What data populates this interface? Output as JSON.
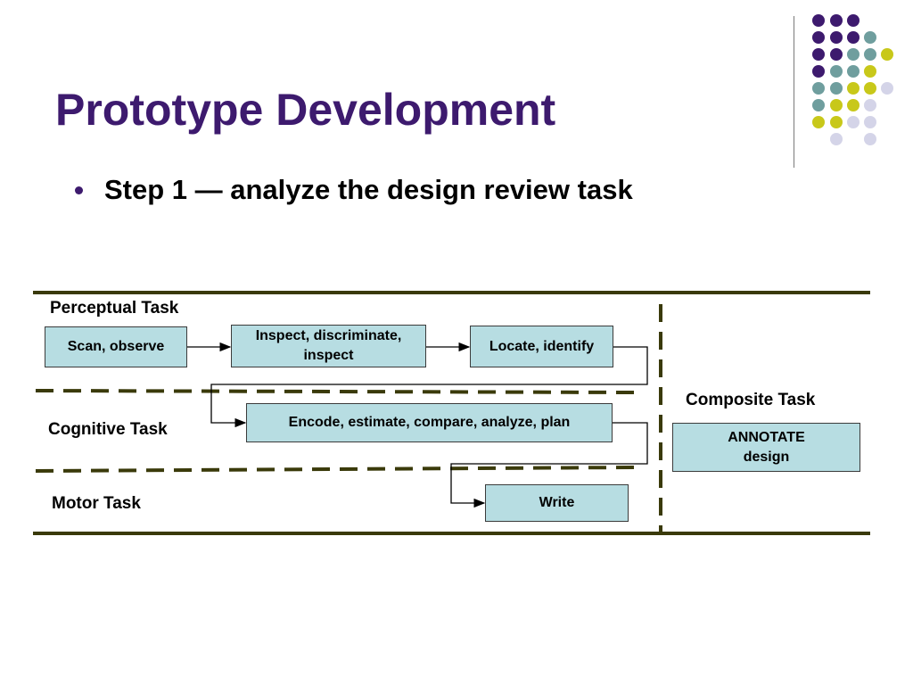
{
  "slide": {
    "title": "Prototype Development",
    "bullet": "Step 1 — analyze the design review task"
  },
  "decor": {
    "dot_colors": {
      "purple": "#3d1a6e",
      "teal": "#6f9e9e",
      "yellow": "#c8c81a",
      "lavender": "#d4d4e8"
    }
  },
  "diagram": {
    "lanes": {
      "perceptual": "Perceptual Task",
      "cognitive": "Cognitive Task",
      "motor": "Motor Task",
      "composite": "Composite Task"
    },
    "boxes": {
      "scan": "Scan, observe",
      "inspect": "Inspect, discriminate, inspect",
      "locate": "Locate, identify",
      "encode": "Encode, estimate, compare, analyze, plan",
      "write": "Write",
      "annotate": "ANNOTATE design"
    },
    "colors": {
      "box_fill": "#b7dde2",
      "lane_line": "#3a3a0a"
    }
  }
}
